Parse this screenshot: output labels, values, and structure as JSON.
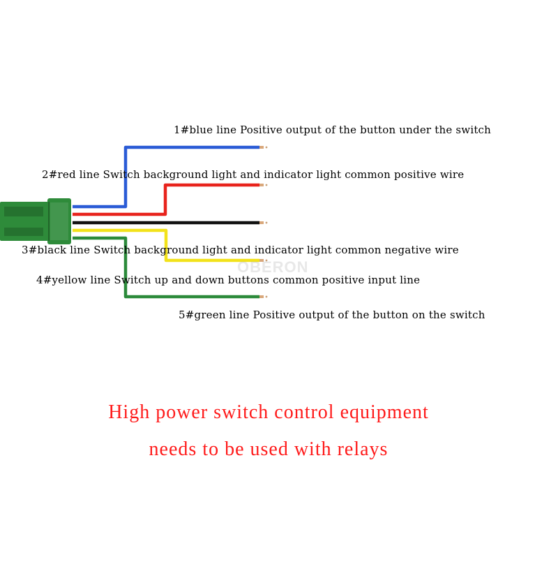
{
  "wires": [
    {
      "id": "blue",
      "label": "1#blue line Positive output of the button under the switch",
      "color": "#2a5bd6"
    },
    {
      "id": "red",
      "label": "2#red line Switch background light and indicator light common positive wire",
      "color": "#e8231c"
    },
    {
      "id": "black",
      "label": "3#black line Switch background light and indicator light common negative wire",
      "color": "#111111"
    },
    {
      "id": "yellow",
      "label": "4#yellow line Switch up and down buttons common positive input line",
      "color": "#f2e21a"
    },
    {
      "id": "green",
      "label": "5#green line Positive output of the button on the switch",
      "color": "#2b8a3a"
    }
  ],
  "connector": {
    "color": "#2e8b3a"
  },
  "watermark": "OBERON",
  "notice": {
    "line1": "High power switch control equipment",
    "line2": "needs to be used with relays",
    "color": "#ff1a1a"
  }
}
